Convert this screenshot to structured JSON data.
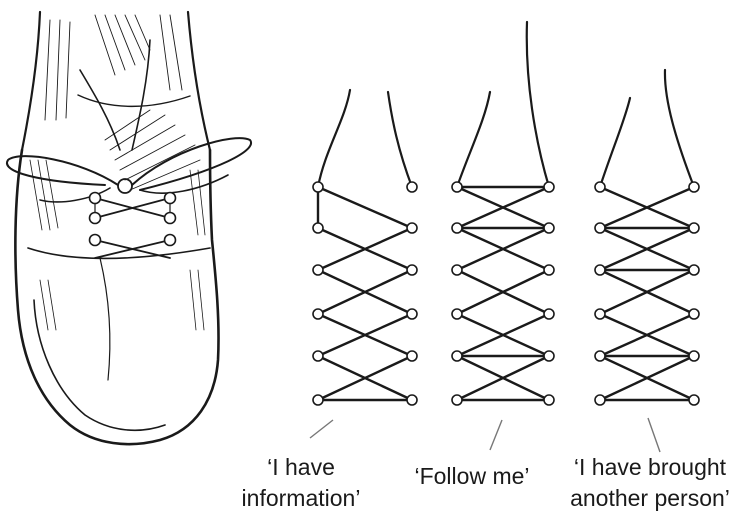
{
  "captions": [
    {
      "line1": "‘I have",
      "line2": "information’"
    },
    {
      "line1": "‘Follow me’",
      "line2": ""
    },
    {
      "line1": "‘I have brought",
      "line2": "another person’"
    }
  ],
  "colors": {
    "ink": "#1a1a1a",
    "background": "#ffffff"
  }
}
